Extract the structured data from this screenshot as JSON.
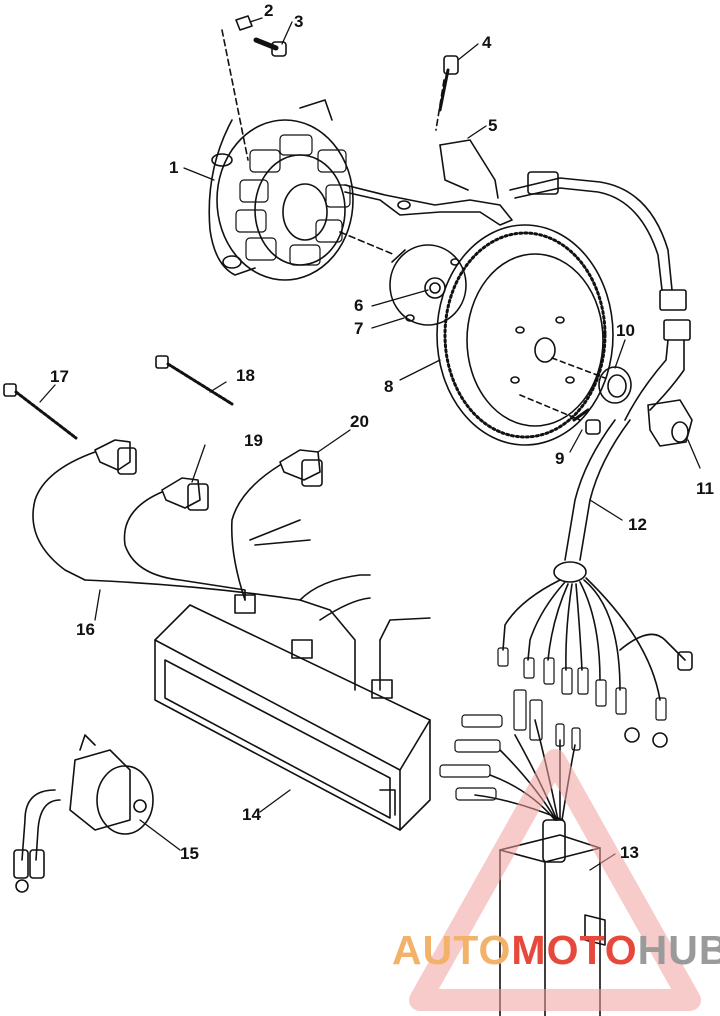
{
  "callouts": {
    "c1": "1",
    "c2": "2",
    "c3": "3",
    "c4": "4",
    "c5": "5",
    "c6": "6",
    "c7": "7",
    "c8": "8",
    "c9": "9",
    "c10": "10",
    "c11": "11",
    "c12": "12",
    "c13": "13",
    "c14": "14",
    "c15": "15",
    "c16": "16",
    "c17": "17",
    "c18": "18",
    "c19": "19",
    "c20": "20"
  },
  "watermark": {
    "part_auto": "AUTO",
    "part_moto": "MOTO",
    "part_hub": "HUB",
    "colors": {
      "auto": "#f2b26a",
      "moto": "#e8473c",
      "hub": "#9a9a9a",
      "triangle": "#f2a0a0"
    }
  }
}
